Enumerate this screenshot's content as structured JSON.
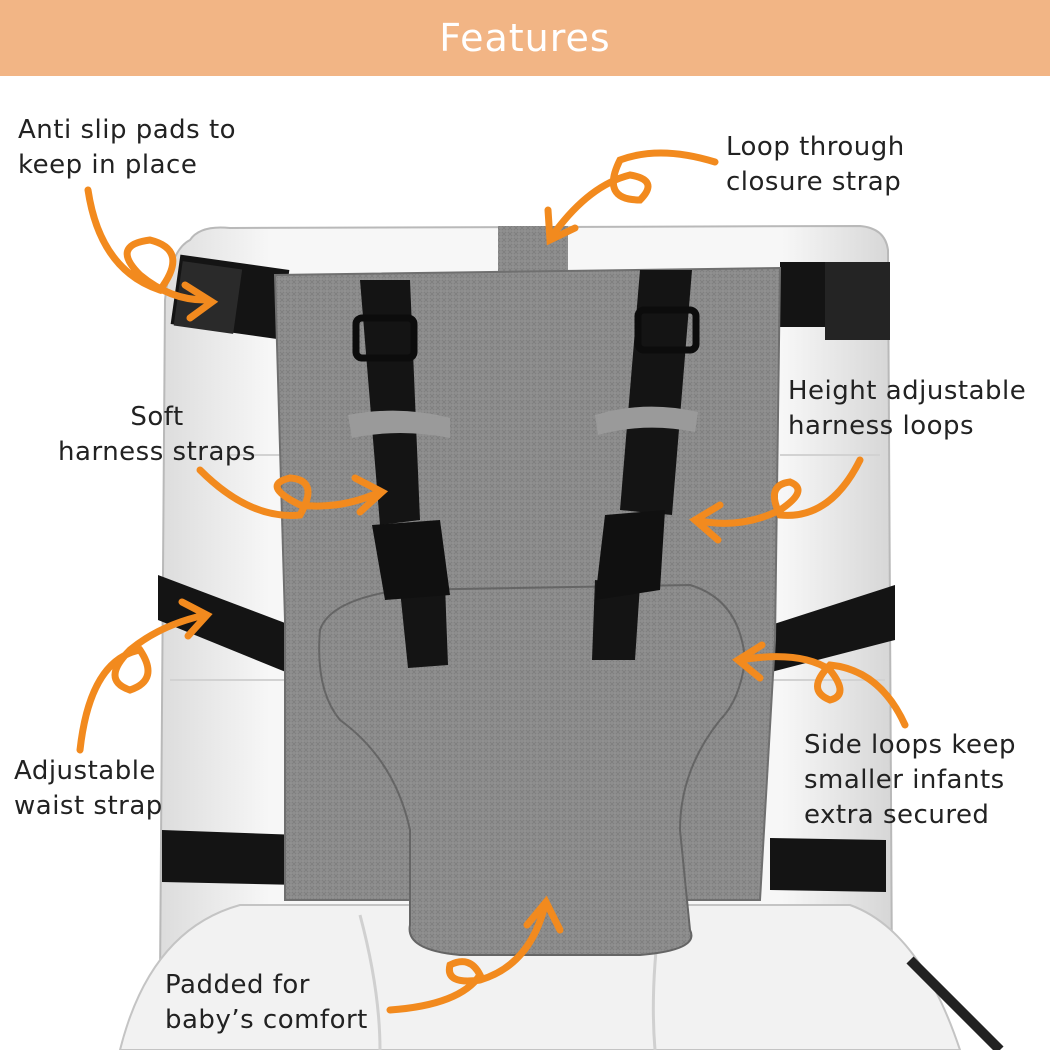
{
  "header": {
    "title": "Features"
  },
  "labels": {
    "anti_slip": {
      "line1": "Anti slip pads to",
      "line2": "keep in place"
    },
    "loop_through": {
      "line1": "Loop through",
      "line2": "closure strap"
    },
    "soft_harness": {
      "line1": "Soft",
      "line2": "harness straps"
    },
    "height_adjustable": {
      "line1": "Height adjustable",
      "line2": "harness loops"
    },
    "adjustable_waist": {
      "line1": "Adjustable",
      "line2": "waist strap"
    },
    "side_loops": {
      "line1": "Side loops keep",
      "line2": "smaller infants",
      "line3": "extra secured"
    },
    "padded": {
      "line1": "Padded for",
      "line2": "baby’s comfort"
    }
  },
  "colors": {
    "header_bg": "#f2b585",
    "arrow": "#f28a1e",
    "fabric": "#8d8d8d",
    "strap": "#141414",
    "chair": "#f4f4f4"
  },
  "product_image": {
    "subject": "portable baby high chair harness seat on white leather chair"
  }
}
